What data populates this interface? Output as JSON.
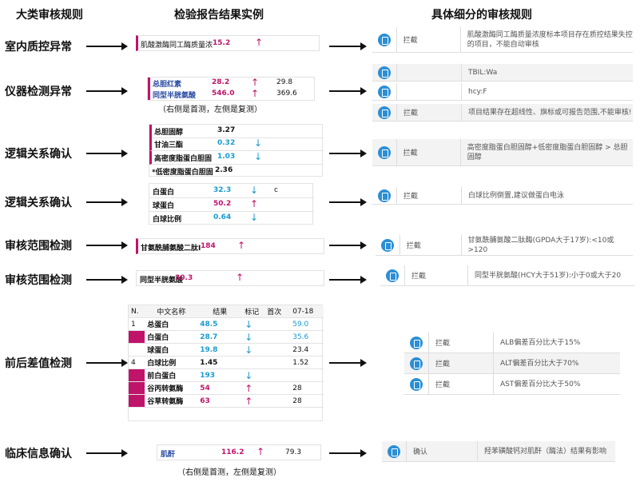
{
  "headers": {
    "left": "大类审核规则",
    "middle": "检验报告结果实例",
    "right": "具体细分的审核规则"
  },
  "categories": [
    "室内质控异常",
    "仪器检测异常",
    "逻辑关系确认",
    "逻辑关系确认",
    "审核范围检测",
    "审核范围检测",
    "前后差值检测",
    "临床信息确认"
  ],
  "ex1": {
    "name": "肌酸激酶同工酶质量浓",
    "value": "15.2",
    "flag": "↑"
  },
  "ex2": {
    "rows": [
      {
        "name": "总胆红素",
        "value": "28.2",
        "flag": "↑",
        "prev": "29.8"
      },
      {
        "name": "同型半胱氨酸",
        "value": "546.0",
        "flag": "↑",
        "prev": "369.6"
      }
    ],
    "caption": "（右侧是首测，左侧是复测）"
  },
  "ex3": {
    "rows": [
      {
        "name": "总胆固醇",
        "value": "3.27",
        "flag": ""
      },
      {
        "name": "甘油三酯",
        "value": "0.32",
        "flag": "↓"
      },
      {
        "name": "高密度脂蛋白胆固",
        "value": "1.03",
        "flag": "↓"
      },
      {
        "name": "*低密度脂蛋白胆固",
        "value": "2.36",
        "flag": ""
      }
    ]
  },
  "ex4": {
    "rows": [
      {
        "name": "白蛋白",
        "value": "32.3",
        "flag": "↓",
        "extra": "c"
      },
      {
        "name": "球蛋白",
        "value": "50.2",
        "flag": "↑",
        "extra": ""
      },
      {
        "name": "白球比例",
        "value": "0.64",
        "flag": "↓",
        "extra": ""
      }
    ]
  },
  "ex5": {
    "name": "甘氨酰脯氨酸二肽I",
    "value": "184",
    "flag": "↑"
  },
  "ex6": {
    "name": "同型半胱氨酸",
    "value": "30.3",
    "flag": "↑"
  },
  "ex7": {
    "columns": [
      "N.",
      "中文名称",
      "结果",
      "标记",
      "首次",
      "07-18"
    ],
    "rows": [
      {
        "n": "1",
        "name": "总蛋白",
        "value": "48.5",
        "flag": "↓",
        "prev": "59.0",
        "color": "blue"
      },
      {
        "n": "",
        "name": "白蛋白",
        "value": "28.7",
        "flag": "↓",
        "prev": "35.6",
        "color": "blue"
      },
      {
        "n": "",
        "name": "球蛋白",
        "value": "19.8",
        "flag": "↓",
        "prev": "23.4",
        "color": "blue"
      },
      {
        "n": "4",
        "name": "白球比例",
        "value": "1.45",
        "flag": "",
        "prev": "1.52",
        "color": "black"
      },
      {
        "n": "",
        "name": "前白蛋白",
        "value": "193",
        "flag": "↓",
        "prev": "",
        "color": "blue"
      },
      {
        "n": "",
        "name": "谷丙转氨酶",
        "value": "54",
        "flag": "↑",
        "prev": "28",
        "color": "red"
      },
      {
        "n": "",
        "name": "谷草转氨酶",
        "value": "63",
        "flag": "↑",
        "prev": "28",
        "color": "red"
      }
    ]
  },
  "ex8": {
    "name": "肌酐",
    "value": "116.2",
    "flag": "↑",
    "prev": "79.3",
    "caption": "（右侧是首测，左侧是复测）"
  },
  "rules": {
    "r1": {
      "type": "拦截",
      "desc": "肌酸激酶同工酶质量浓度标本项目存在质控结果失控的项目，不能自动审核"
    },
    "r2": [
      {
        "type": "",
        "desc": "TBIL:Wa"
      },
      {
        "type": "",
        "desc": "hcy:F"
      },
      {
        "type": "拦截",
        "desc": "项目结果存在超线性、旗标或可报告范围,不能审核!"
      }
    ],
    "r3": {
      "type": "拦截",
      "desc": "高密度脂蛋白胆固醇+低密度脂蛋白胆固醇 > 总胆固醇"
    },
    "r4": {
      "type": "拦截",
      "desc": "白球比例倒置,建议做蛋白电泳"
    },
    "r5": {
      "type": "拦截",
      "desc": "甘氨酰脯氨酸二肽酶(GPDA大于17岁):<10或>120"
    },
    "r6": {
      "type": "拦截",
      "desc": "同型半胱氨酸(HCY大于51岁):小于0或大于20"
    },
    "r7": [
      {
        "type": "拦截",
        "desc": "ALB偏差百分比大于15%"
      },
      {
        "type": "拦截",
        "desc": "ALT偏差百分比大于70%"
      },
      {
        "type": "拦截",
        "desc": "AST偏差百分比大于50%"
      }
    ],
    "r8": {
      "type": "确认",
      "desc": "羟苯磺酸钙对肌酐（酶法）结果有影响"
    }
  }
}
